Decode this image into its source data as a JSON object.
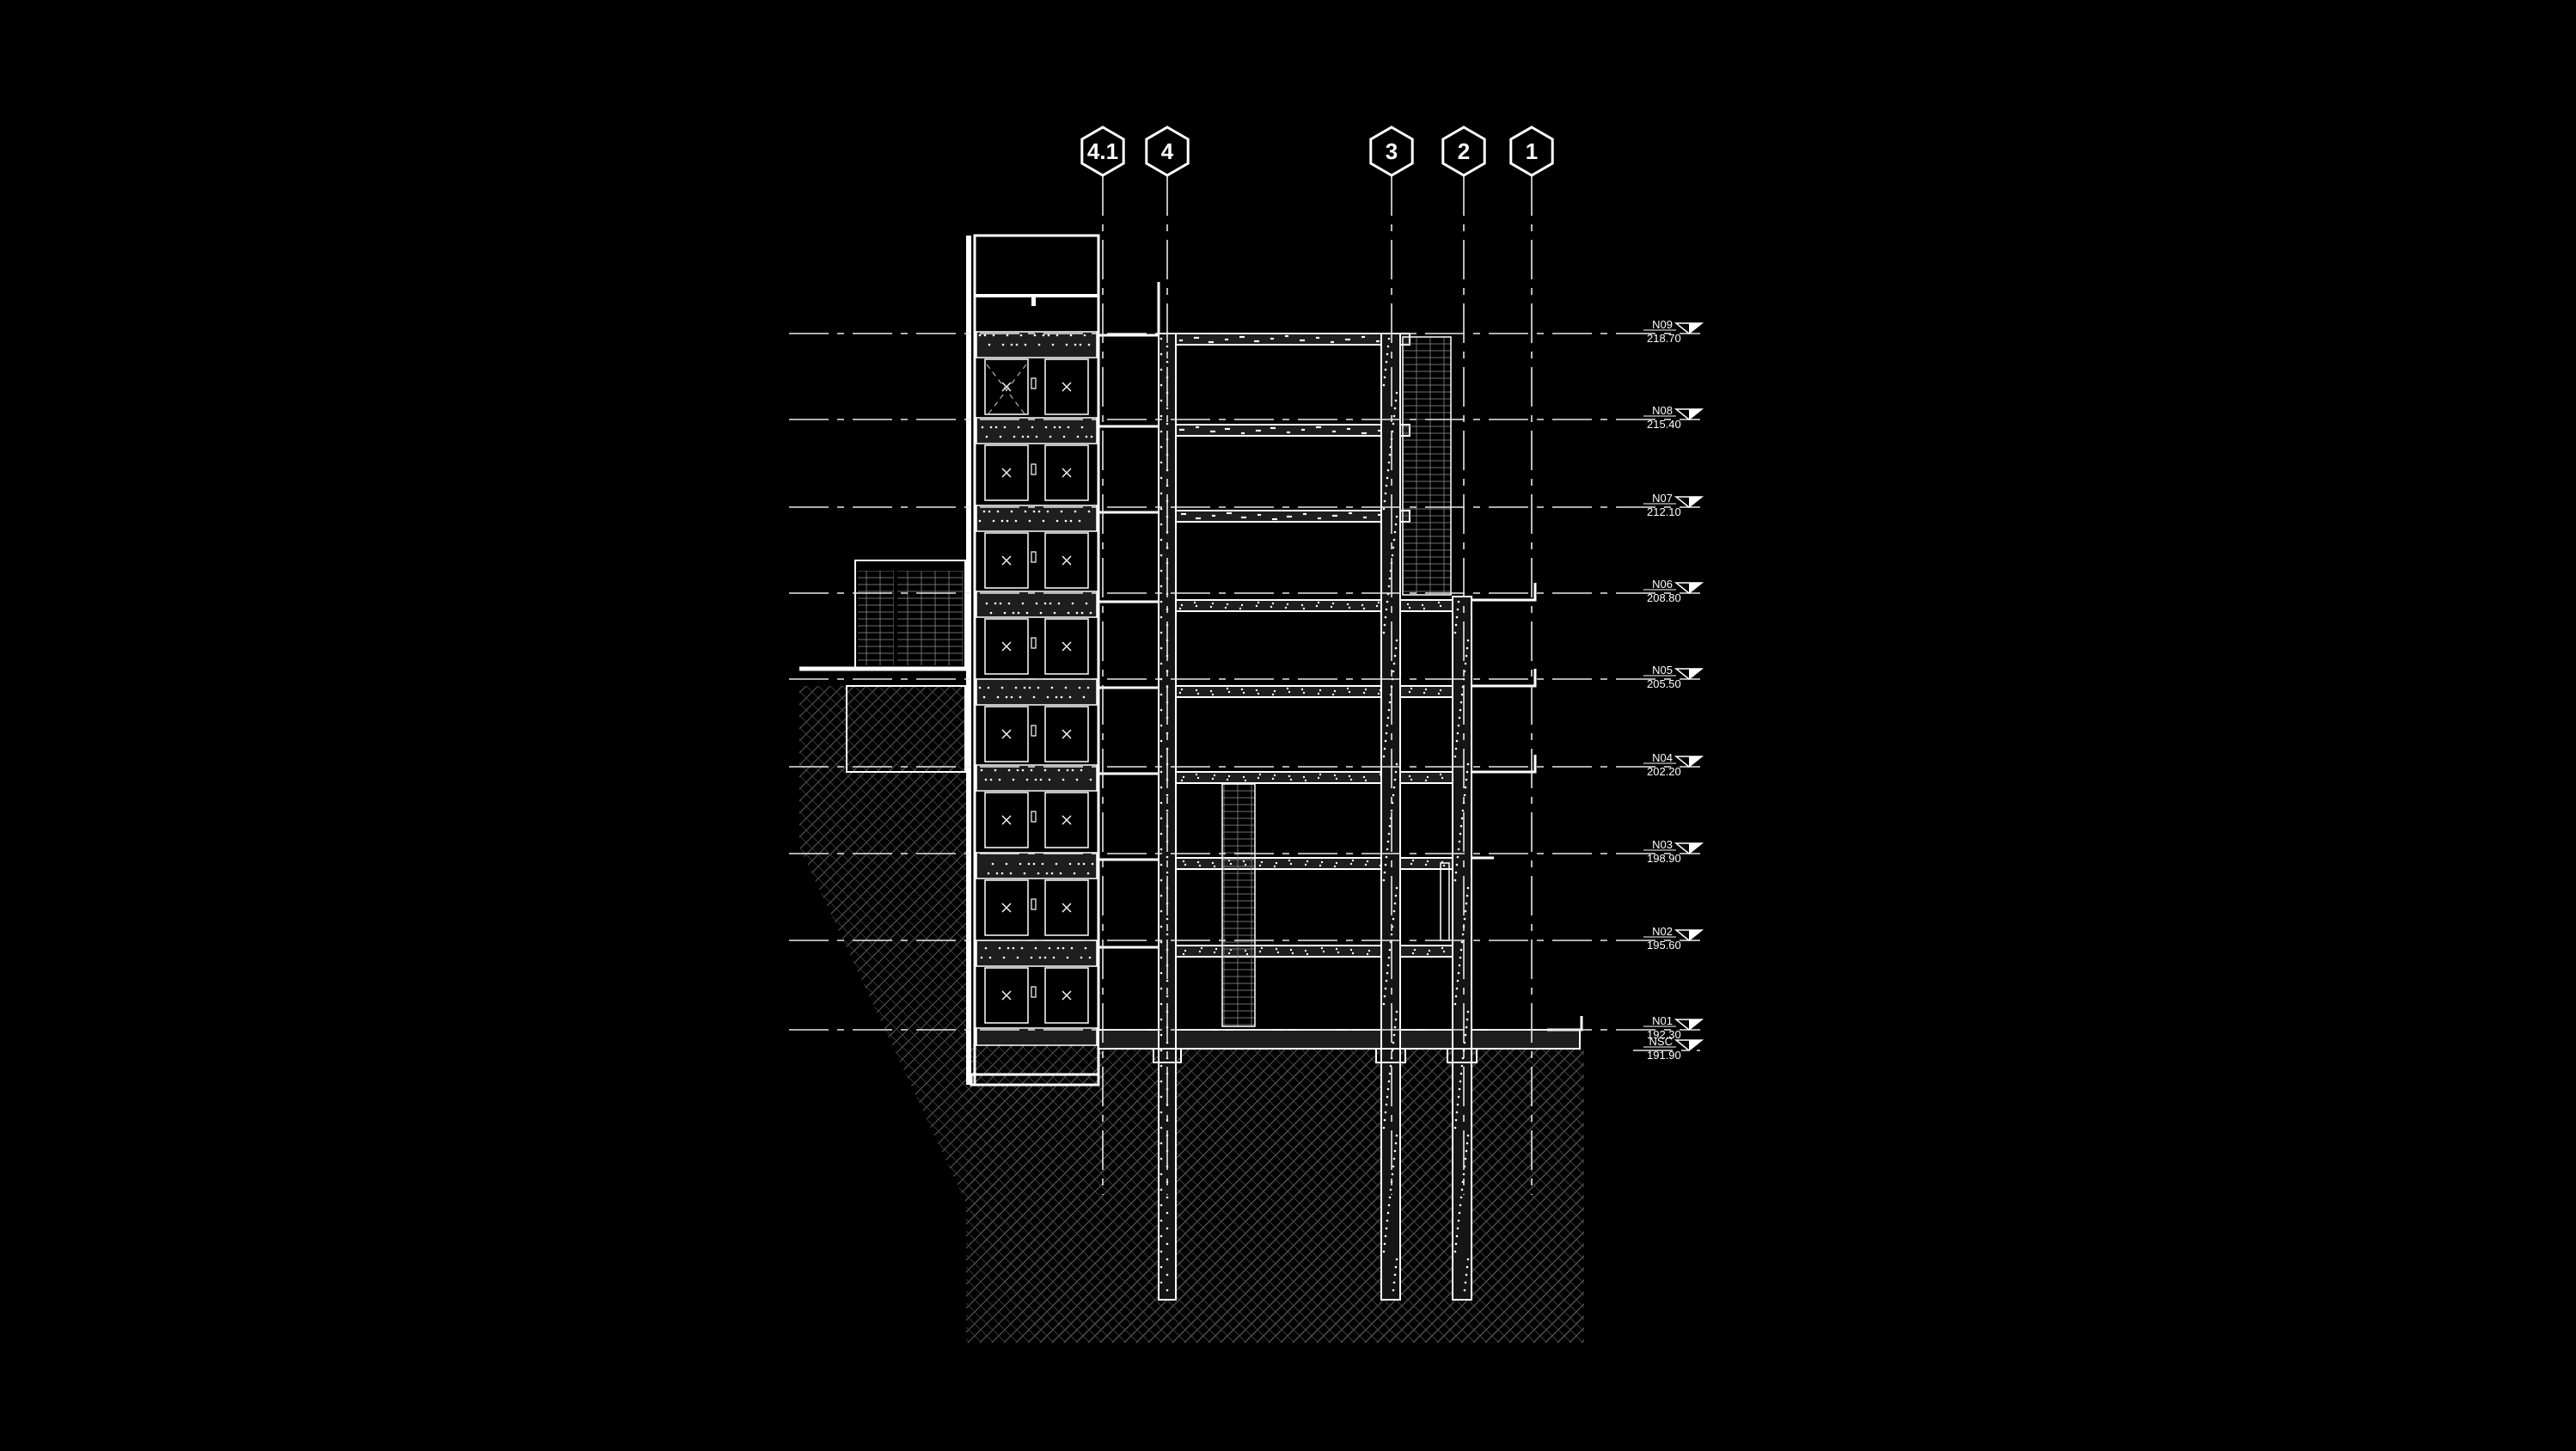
{
  "drawing": {
    "grid_axes": [
      {
        "id": "4.1",
        "label": "4.1"
      },
      {
        "id": "4",
        "label": "4"
      },
      {
        "id": "3",
        "label": "3"
      },
      {
        "id": "2",
        "label": "2"
      },
      {
        "id": "1",
        "label": "1"
      }
    ],
    "levels": [
      {
        "name": "N09",
        "elevation": "218.70"
      },
      {
        "name": "N08",
        "elevation": "215.40"
      },
      {
        "name": "N07",
        "elevation": "212.10"
      },
      {
        "name": "N06",
        "elevation": "208.80"
      },
      {
        "name": "N05",
        "elevation": "205.50"
      },
      {
        "name": "N04",
        "elevation": "202.20"
      },
      {
        "name": "N03",
        "elevation": "198.90"
      },
      {
        "name": "N02",
        "elevation": "195.60"
      },
      {
        "name": "N01",
        "elevation": "192.30"
      },
      {
        "name": "NSC",
        "elevation": "191.90"
      }
    ],
    "colors": {
      "background": "#000000",
      "linework": "#ffffff",
      "gridline": "#e8e8e8",
      "soil_hatch": "#5a5a5a"
    }
  }
}
